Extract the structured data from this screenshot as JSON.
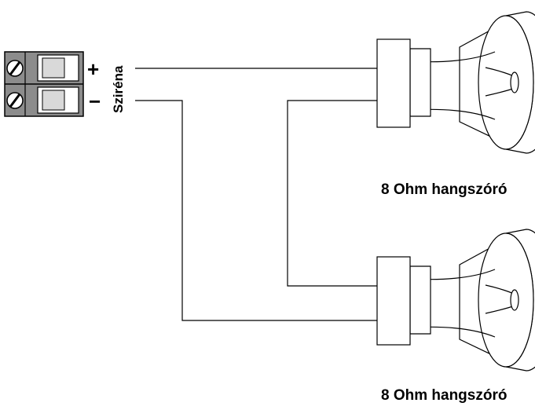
{
  "terminal": {
    "label": "Sziréna",
    "plus": "+",
    "minus": "−"
  },
  "speakers": [
    {
      "label": "8 Ohm hangszóró"
    },
    {
      "label": "8 Ohm hangszóró"
    }
  ],
  "colors": {
    "background": "#ffffff",
    "stroke": "#000000",
    "terminal_body": "#8c8c8c",
    "terminal_slot": "#d9d9d9"
  }
}
